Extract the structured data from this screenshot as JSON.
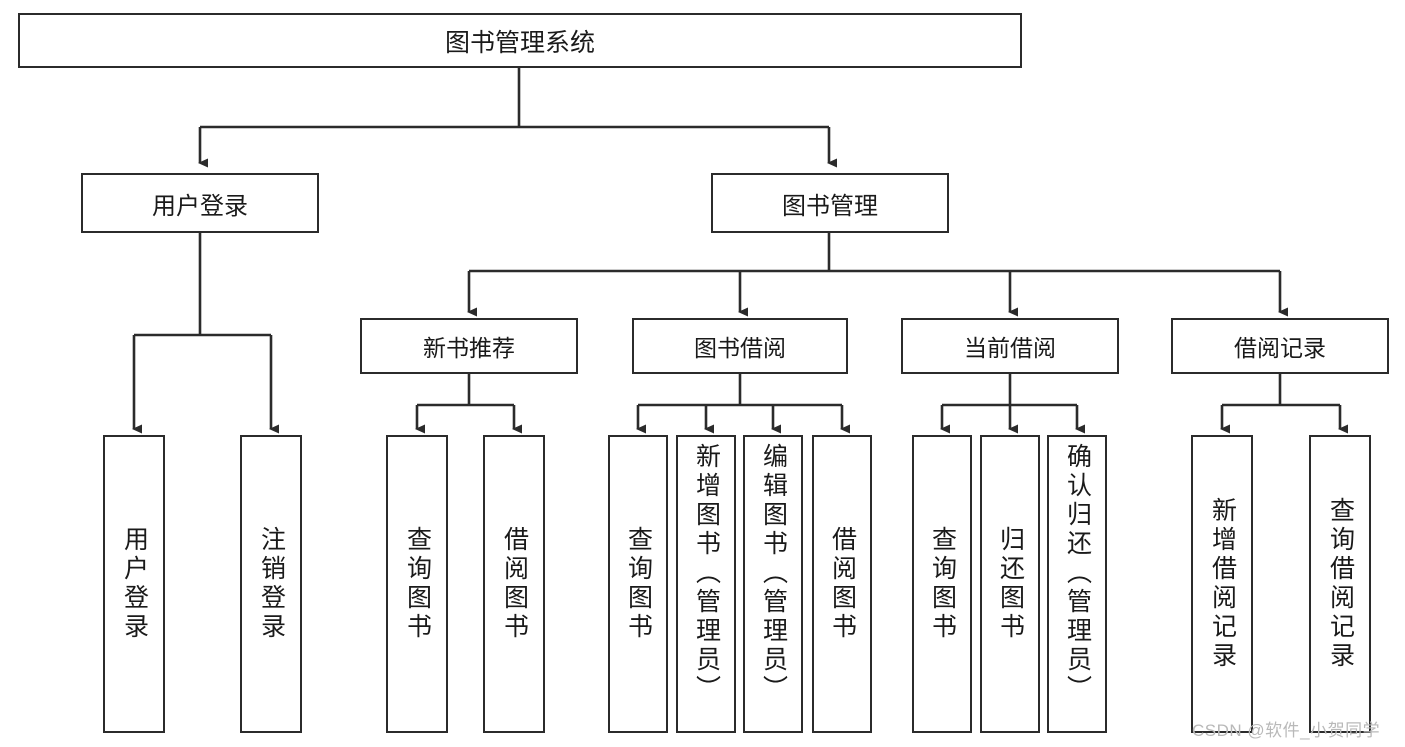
{
  "diagram": {
    "title": "图书管理系统",
    "type": "hierarchy-tree",
    "watermark": "CSDN @软件_小贺同学",
    "colors": {
      "node_border": "#2b2b2b",
      "node_fill": "#ffffff",
      "connector": "#2b2b2b",
      "text": "#1a1a1a",
      "watermark": "#b9b9b9"
    },
    "root": {
      "label": "图书管理系统"
    },
    "level2": [
      {
        "label": "用户登录"
      },
      {
        "label": "图书管理"
      }
    ],
    "level3": [
      {
        "label": "新书推荐"
      },
      {
        "label": "图书借阅"
      },
      {
        "label": "当前借阅"
      },
      {
        "label": "借阅记录"
      }
    ],
    "leaves": {
      "user_login": [
        {
          "label": "用户登录"
        },
        {
          "label": "注销登录"
        }
      ],
      "new_book_recommend": [
        {
          "label": "查询图书"
        },
        {
          "label": "借阅图书"
        }
      ],
      "book_borrow": [
        {
          "label": "查询图书"
        },
        {
          "label": "新增图书（管理员）"
        },
        {
          "label": "编辑图书（管理员）"
        },
        {
          "label": "借阅图书"
        }
      ],
      "current_borrow": [
        {
          "label": "查询图书"
        },
        {
          "label": "归还图书"
        },
        {
          "label": "确认归还（管理员）"
        }
      ],
      "borrow_record": [
        {
          "label": "新增借阅记录"
        },
        {
          "label": "查询借阅记录"
        }
      ]
    }
  }
}
